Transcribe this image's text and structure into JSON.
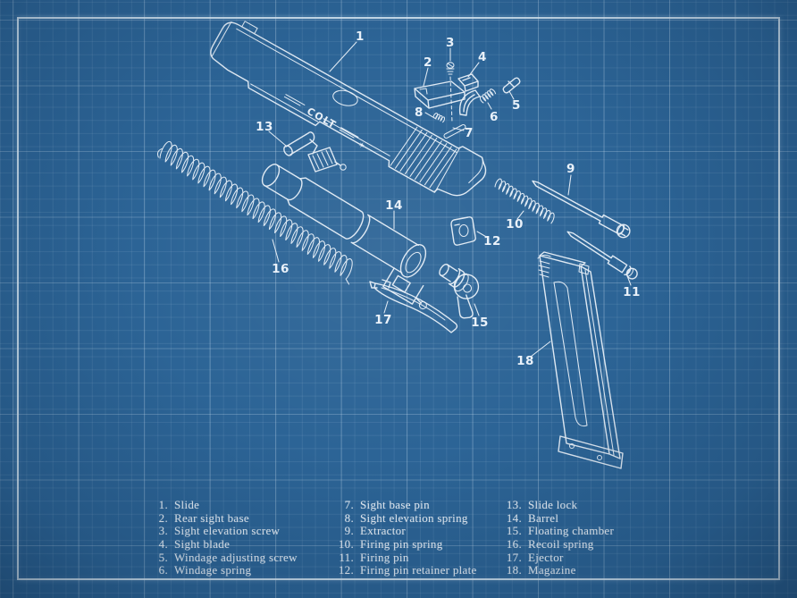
{
  "diagram": {
    "slide_marking": "COLT",
    "labels": [
      "1",
      "2",
      "3",
      "4",
      "5",
      "6",
      "7",
      "8",
      "9",
      "10",
      "11",
      "12",
      "13",
      "14",
      "15",
      "16",
      "17",
      "18"
    ]
  },
  "legend": {
    "columns": [
      {
        "items": [
          {
            "num": "1.",
            "label": "Slide"
          },
          {
            "num": "2.",
            "label": "Rear sight base"
          },
          {
            "num": "3.",
            "label": "Sight elevation screw"
          },
          {
            "num": "4.",
            "label": "Sight blade"
          },
          {
            "num": "5.",
            "label": "Windage adjusting screw"
          },
          {
            "num": "6.",
            "label": "Windage spring"
          }
        ]
      },
      {
        "items": [
          {
            "num": "7.",
            "label": "Sight base pin"
          },
          {
            "num": "8.",
            "label": "Sight elevation spring"
          },
          {
            "num": "9.",
            "label": "Extractor"
          },
          {
            "num": "10.",
            "label": "Firing pin spring"
          },
          {
            "num": "11.",
            "label": "Firing pin"
          },
          {
            "num": "12.",
            "label": "Firing pin retainer plate"
          }
        ]
      },
      {
        "items": [
          {
            "num": "13.",
            "label": "Slide lock"
          },
          {
            "num": "14.",
            "label": "Barrel"
          },
          {
            "num": "15.",
            "label": "Floating chamber"
          },
          {
            "num": "16.",
            "label": "Recoil spring"
          },
          {
            "num": "17.",
            "label": "Ejector"
          },
          {
            "num": "18.",
            "label": "Magazine"
          }
        ]
      }
    ]
  },
  "colors": {
    "background": "#2c6496",
    "frame": "#e0eef9",
    "line_art": "#e7eff7",
    "text": "#e6eef6"
  }
}
